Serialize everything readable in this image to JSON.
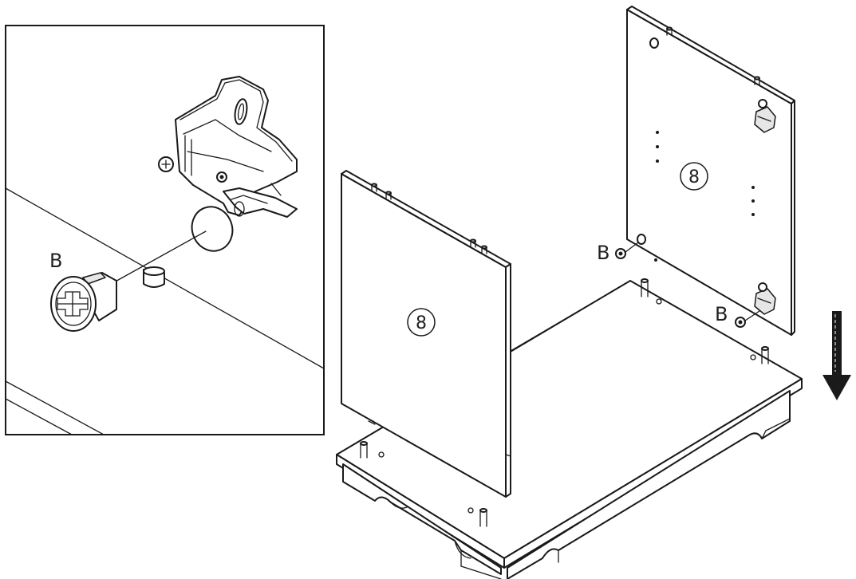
{
  "diagram": {
    "type": "assembly-instruction",
    "colors": {
      "line": "#1a1a1a",
      "fill": "#ffffff",
      "shade": "#e6e6e6"
    },
    "detail_inset": {
      "label": "B",
      "parts": [
        "cam-lock",
        "hinge"
      ]
    },
    "panels": [
      {
        "number": "8"
      },
      {
        "number": "8"
      }
    ],
    "fastener_labels": [
      "B",
      "B"
    ],
    "direction": "down-arrow-icon"
  }
}
